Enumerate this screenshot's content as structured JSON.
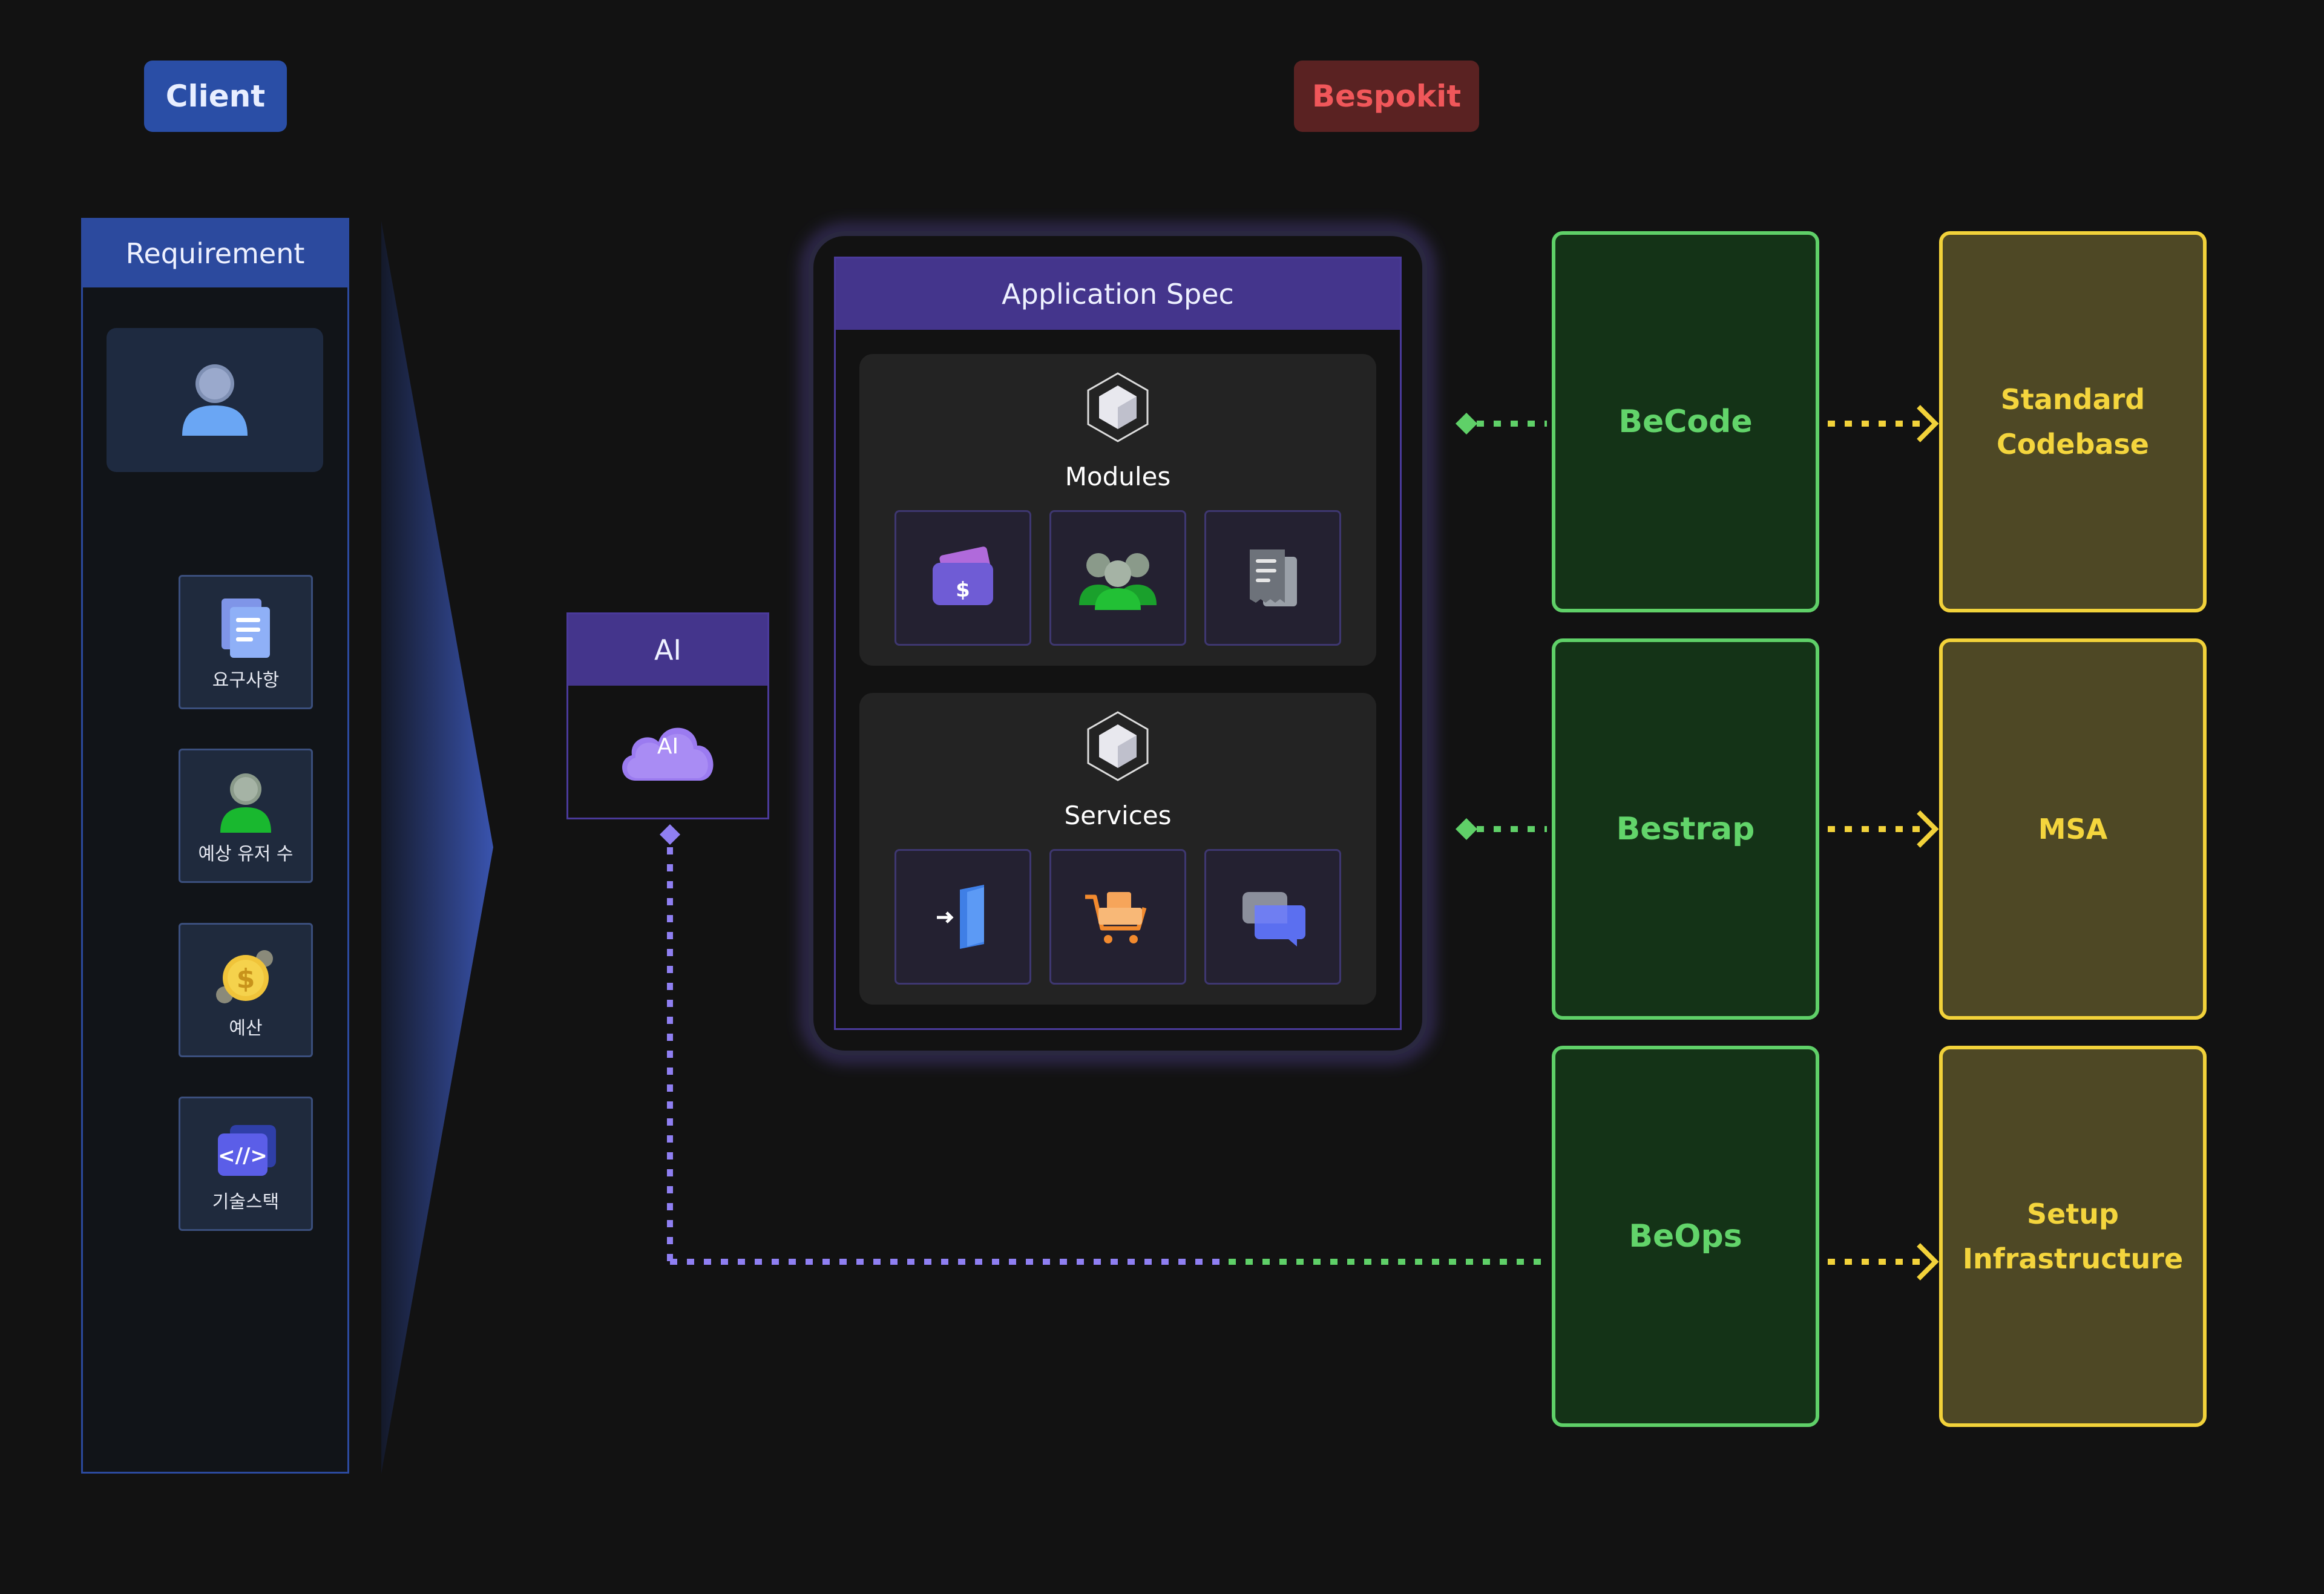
{
  "labels": {
    "client": "Client",
    "bespokit": "Bespokit"
  },
  "requirement": {
    "title": "Requirement",
    "items": [
      {
        "label": "요구사항",
        "icon": "document-icon"
      },
      {
        "label": "예상 유저 수",
        "icon": "user-icon"
      },
      {
        "label": "예산",
        "icon": "coin-icon"
      },
      {
        "label": "기술스택",
        "icon": "code-icon"
      }
    ]
  },
  "ai": {
    "title": "AI",
    "cloud_label": "AI"
  },
  "spec": {
    "title": "Application Spec",
    "modules": {
      "title": "Modules",
      "tiles": [
        "wallet-icon",
        "users-group-icon",
        "receipt-icon"
      ]
    },
    "services": {
      "title": "Services",
      "tiles": [
        "login-door-icon",
        "shopping-cart-icon",
        "chat-bubbles-icon"
      ]
    }
  },
  "tools": [
    {
      "name": "BeCode",
      "output": "Standard\nCodebase"
    },
    {
      "name": "Bestrap",
      "output": "MSA"
    },
    {
      "name": "BeOps",
      "output": "Setup\nInfrastructure"
    }
  ],
  "colors": {
    "client_badge": "#2a4ea6",
    "bespokit_badge": "#5a2222",
    "bespokit_text": "#f0575a",
    "spec_header": "#44358c",
    "tool_green": "#5fd068",
    "output_yellow": "#f2d23a",
    "ai_link_purple": "#8f7ff2"
  }
}
